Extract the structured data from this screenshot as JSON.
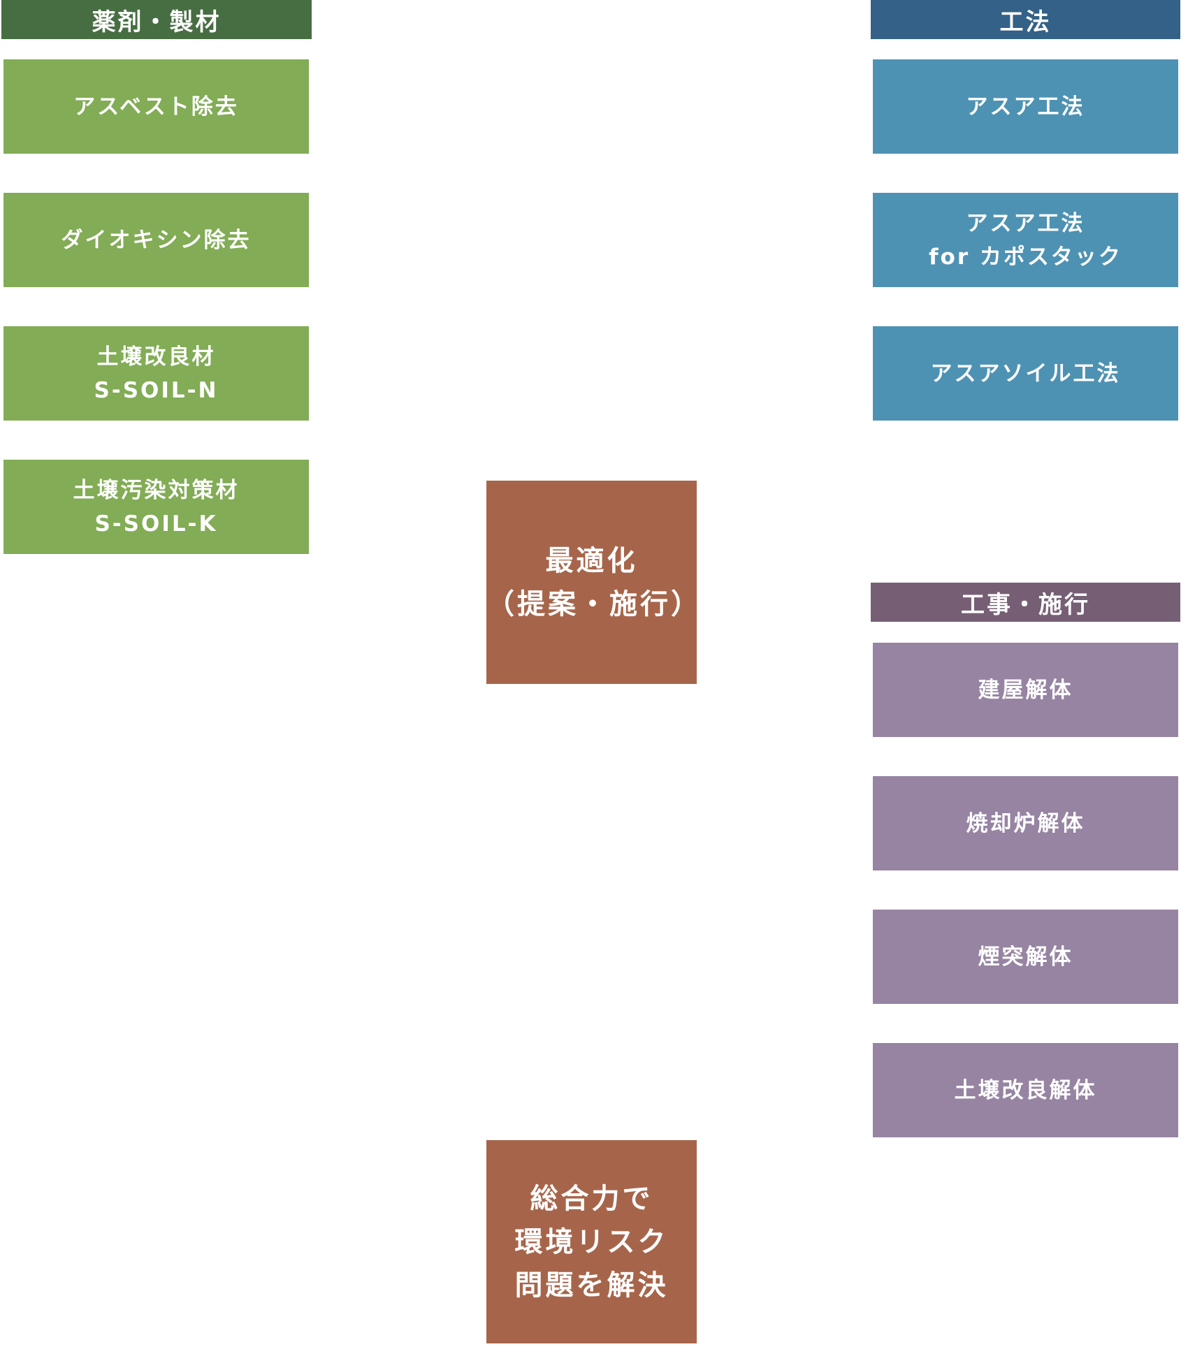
{
  "colors": {
    "left_header": "#476e42",
    "left_box": "#82ac55",
    "method_header": "#336187",
    "method_box": "#4e92b3",
    "work_header": "#765f75",
    "work_box": "#9684a2",
    "center_box": "#a6654a"
  },
  "left": {
    "header": "薬剤・製材",
    "items": [
      {
        "label": "アスベスト除去"
      },
      {
        "label": "ダイオキシン除去"
      },
      {
        "label": "土壌改良材\nS-SOIL-N"
      },
      {
        "label": "土壌汚染対策材\nS-SOIL-K"
      }
    ]
  },
  "methods": {
    "header": "工法",
    "items": [
      {
        "label": "アスア工法"
      },
      {
        "label": "アスア工法\nfor カポスタック"
      },
      {
        "label": "アスアソイル工法"
      }
    ]
  },
  "works": {
    "header": "工事・施行",
    "items": [
      {
        "label": "建屋解体"
      },
      {
        "label": "焼却炉解体"
      },
      {
        "label": "煙突解体"
      },
      {
        "label": "土壌改良解体"
      }
    ]
  },
  "center": {
    "optimize": "最適化\n（提案・施行）",
    "solution": "総合力で\n環境リスク\n問題を解決"
  }
}
